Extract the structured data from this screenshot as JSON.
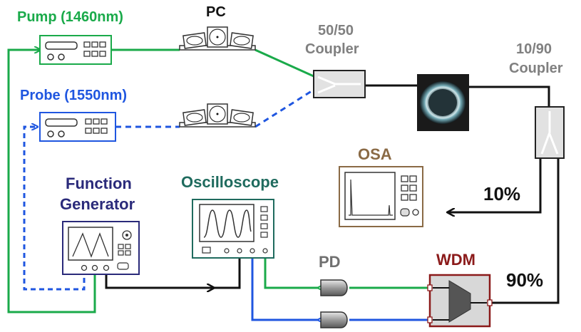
{
  "labels": {
    "pump": "Pump (1460nm)",
    "probe": "Probe (1550nm)",
    "pc": "PC",
    "coupler_5050_line1": "50/50",
    "coupler_5050_line2": "Coupler",
    "coupler_1090_line1": "10/90",
    "coupler_1090_line2": "Coupler",
    "osa": "OSA",
    "function_generator_line1": "Function",
    "function_generator_line2": "Generator",
    "oscilloscope": "Oscilloscope",
    "pd": "PD",
    "wdm": "WDM",
    "ratio_10": "10%",
    "ratio_90": "90%"
  },
  "colors": {
    "pump": "#1aaa4a",
    "probe": "#1f56e0",
    "fiber": "#111111",
    "osa": "#8a6a45",
    "function_generator": "#2a2a7a",
    "oscilloscope": "#1f6b5e",
    "wdm": "#8b1a1a",
    "pd_label": "#707070",
    "coupler_label": "#808080"
  },
  "icons": {
    "laser": "laser-source-icon",
    "polarization_controller": "polarization-controller-icon",
    "resonator": "microresonator-icon",
    "photodetector": "photodetector-icon"
  }
}
